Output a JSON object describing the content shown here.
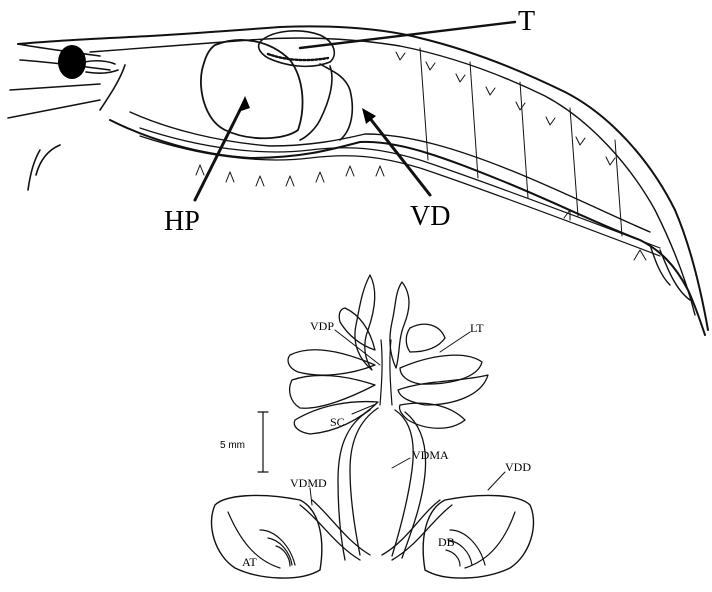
{
  "shrimp_figure": {
    "labels": {
      "T": "T",
      "HP": "HP",
      "VD": "VD"
    }
  },
  "reproductive_figure": {
    "labels": {
      "VDP": "VDP",
      "LT": "LT",
      "SC": "SC",
      "VDMA": "VDMA",
      "VDD": "VDD",
      "VDMD": "VDMD",
      "AT": "AT",
      "DB": "DB"
    },
    "scale_bar": "5 mm"
  }
}
